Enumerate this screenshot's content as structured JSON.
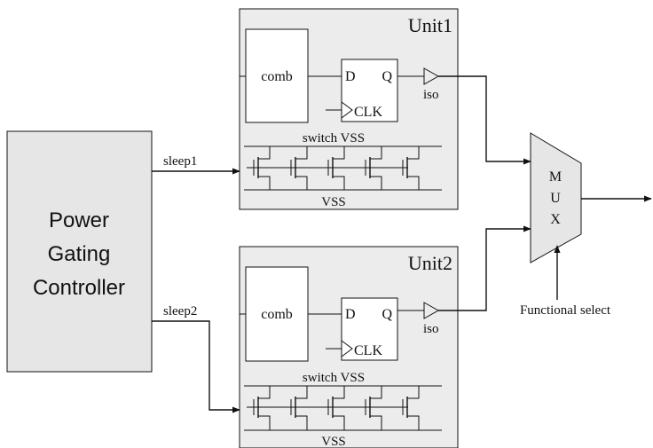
{
  "colors": {
    "controller_fill": "#e6e6e6",
    "unit_fill": "#ececec",
    "mux_fill": "#e6e6e6",
    "stroke": "#111111",
    "inner_box_fill": "#ffffff"
  },
  "controller": {
    "lines": [
      "Power",
      "Gating",
      "Controller"
    ]
  },
  "signals": {
    "sleep1": "sleep1",
    "sleep2": "sleep2"
  },
  "units": [
    {
      "title": "Unit1",
      "comb": "comb",
      "ff_d": "D",
      "ff_q": "Q",
      "ff_clk": "CLK",
      "iso": "iso",
      "switch_vss": "switch VSS",
      "vss": "VSS"
    },
    {
      "title": "Unit2",
      "comb": "comb",
      "ff_d": "D",
      "ff_q": "Q",
      "ff_clk": "CLK",
      "iso": "iso",
      "switch_vss": "switch VSS",
      "vss": "VSS"
    }
  ],
  "mux": {
    "letters": [
      "M",
      "U",
      "X"
    ],
    "select_label": "Functional select"
  }
}
